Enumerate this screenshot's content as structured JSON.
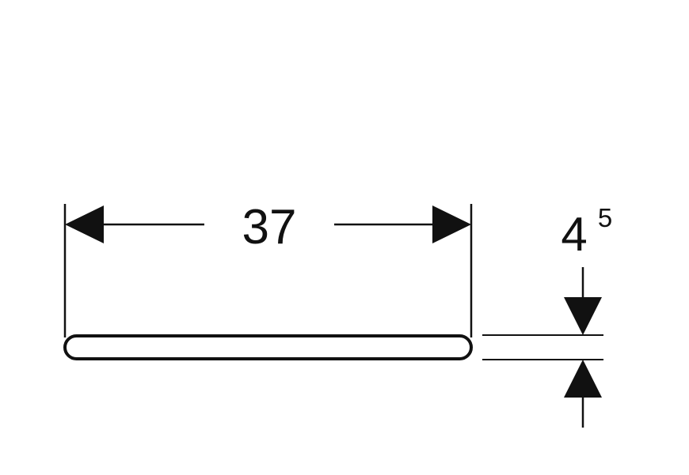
{
  "drawing": {
    "width_value": "37",
    "thickness_value": "4",
    "thickness_superscript": "5",
    "line_color": "#111111",
    "background_color": "#ffffff"
  }
}
